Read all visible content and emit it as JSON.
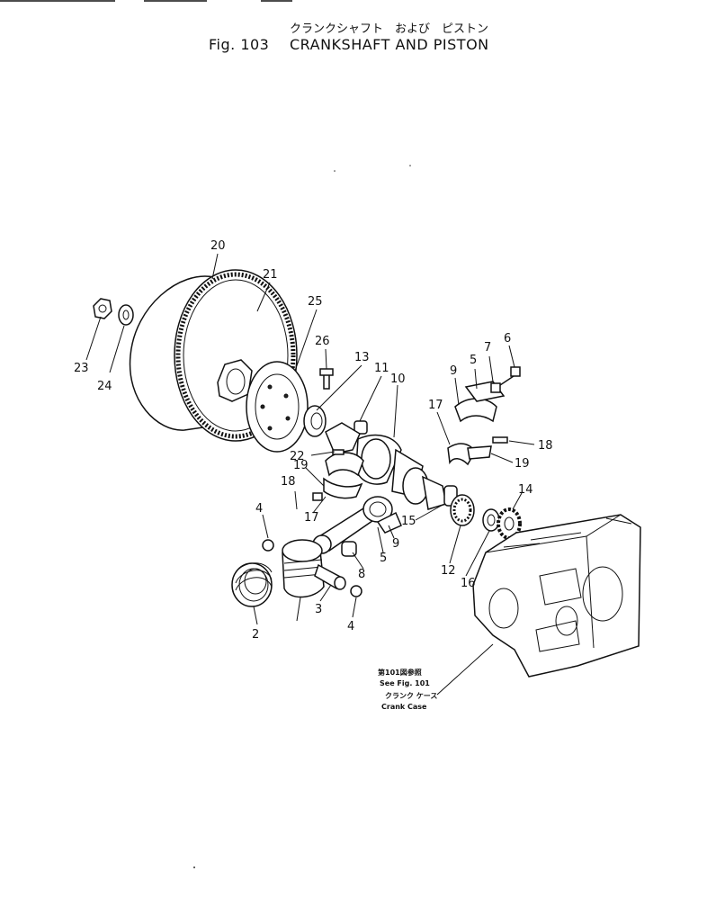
{
  "header": {
    "title_jp": "クランクシャフト　および　ピストン",
    "fig_label": "Fig. 103",
    "title_en": "CRANKSHAFT AND PISTON"
  },
  "callouts": {
    "c20": "20",
    "c21": "21",
    "c25": "25",
    "c26": "26",
    "c23": "23",
    "c24": "24",
    "c13": "13",
    "c11": "11",
    "c10": "10",
    "c9a": "9",
    "c5a": "5",
    "c7": "7",
    "c6": "6",
    "c17a": "17",
    "c18a": "18",
    "c19a": "19",
    "c22": "22",
    "c19b": "19",
    "c18b": "18",
    "c17b": "17",
    "c4a": "4",
    "c15": "15",
    "c14": "14",
    "c9b": "9",
    "c5b": "5",
    "c8": "8",
    "c12": "12",
    "c16": "16",
    "c3": "3",
    "c4b": "4",
    "c2": "2"
  },
  "reference": {
    "jp_line1": "第101図参照",
    "en_line1": "See Fig. 101",
    "jp_line2": "クランク ケース",
    "en_line2": "Crank Case"
  }
}
